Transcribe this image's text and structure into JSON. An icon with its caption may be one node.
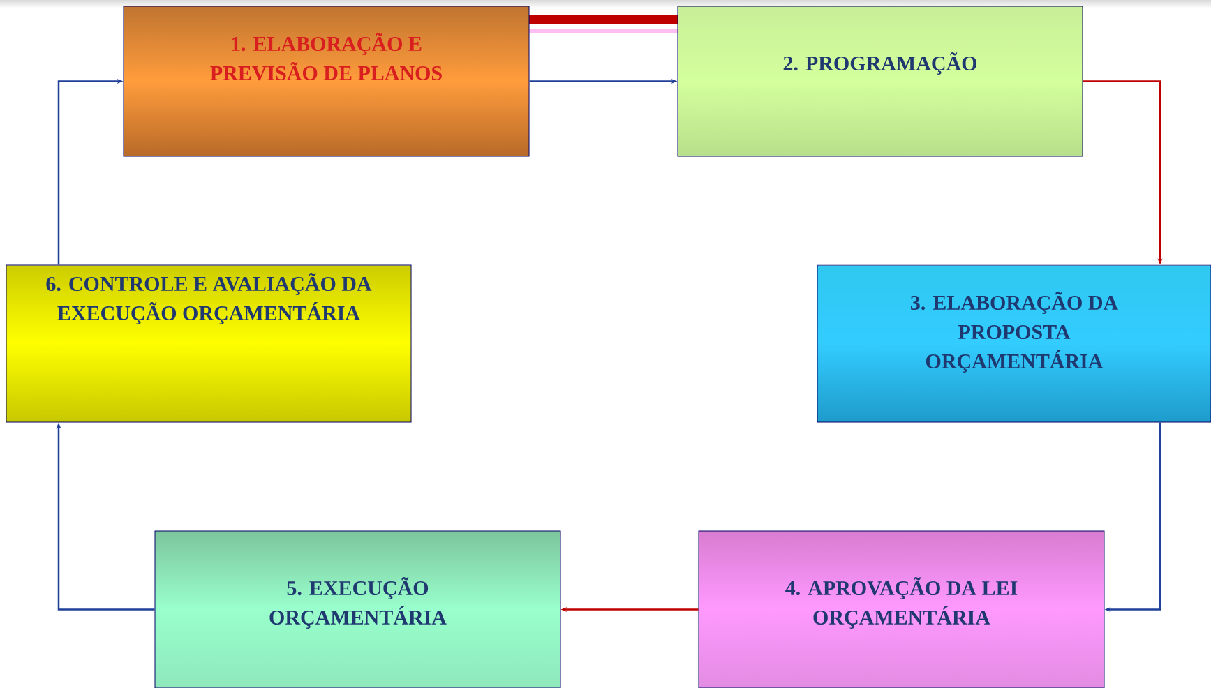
{
  "diagram": {
    "nodes": [
      {
        "text": [
          "1. ELABORAÇÃO E PREVISÃO DE PLANOS"
        ]
      },
      {
        "text": [
          "2. PROGRAMAÇÃO"
        ]
      },
      {
        "text": [
          "3. ELABORAÇÃO DA PROPOSTA ORÇAMENTÁRIA"
        ]
      },
      {
        "text": [
          "4. APROVAÇÃO DA LEI ORÇAMENTÁRIA"
        ]
      },
      {
        "text": [
          "5. EXECUÇÃO ORÇAMENTÁRIA"
        ]
      },
      {
        "text": [
          "6. CONTROLE E AVALIAÇÃO DA EXECUÇÃO ORÇAMENTÁRIA"
        ]
      }
    ],
    "edges": [
      {
        "from": 0,
        "to": 1,
        "arrow": "to"
      },
      {
        "from": 1,
        "to": 2,
        "arrow": "to",
        "color": "#c00000"
      },
      {
        "from": 2,
        "to": 3,
        "arrow": "to"
      },
      {
        "from": 3,
        "to": 4,
        "arrow": "to",
        "color": "#c00000"
      },
      {
        "from": 4,
        "to": 5,
        "arrow": "to"
      },
      {
        "from": 5,
        "to": 0,
        "arrow": "to"
      }
    ]
  }
}
